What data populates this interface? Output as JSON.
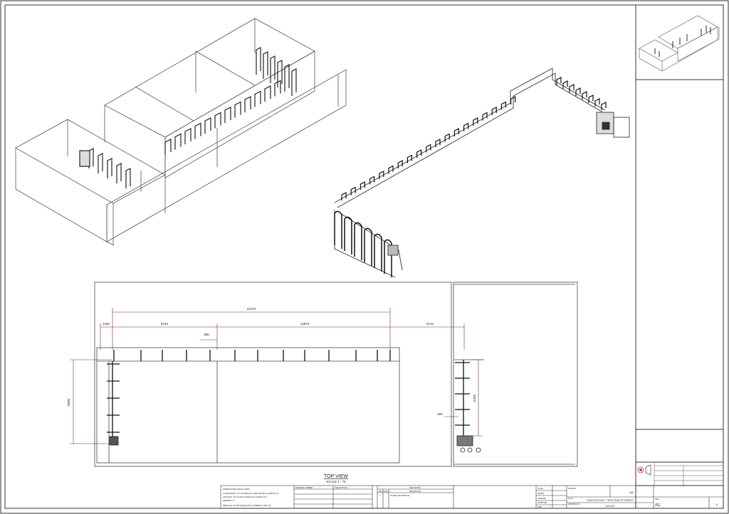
{
  "dimensions": {
    "overall": "22470",
    "d1": "1260",
    "d2": "8240",
    "d3": "380",
    "d4": "12870",
    "d5": "5710",
    "left_vertical": "8600",
    "right_vertical": "6450",
    "right_small": "500"
  },
  "view": {
    "title": "TOP VIEW",
    "scale": "SCALE 1 : 75"
  },
  "notes": {
    "line1": "DIMENSIONS ARE IN (MM)",
    "line2": "TOLERANCES:  0 TO 100 MM (0.5) OVER 100 MM (1)  LENGTH (±)",
    "line3": "ANGULAR:  0 TO 30 (±0.5)  OVER 30 (1)  LENGTH (±)",
    "line4": "REMARKS:  F*",
    "line5": "BREAK ALL SHARP EDGES AND CORNERS 0.5 MAX 45"
  },
  "rev_table": {
    "col1": "DRAWING NUMBER",
    "col2": "DESCRIPTION",
    "title": "REVISIONS",
    "h_rev": "REV",
    "h_date": "DATE",
    "h_desc": "DESCRIPTION",
    "row1_rev": "A",
    "row1_desc": "ISSUED FOR APPROVAL"
  },
  "title_block": {
    "project_label": "PROJECT",
    "title_label": "TITLE",
    "title": "CHILLER PLANT - SPOTTING OF SUPPLY",
    "drawing_label": "DRAWING NO",
    "drawing": "LAYOUT",
    "na": "N/A",
    "sheet": "A1",
    "scale_label": "SCALE",
    "drawn_label": "DRAWN",
    "checked_label": "CHECKED",
    "approved_label": "APPROVED",
    "date_label": "DATE",
    "size_label": "SIZE",
    "rev": "A"
  }
}
